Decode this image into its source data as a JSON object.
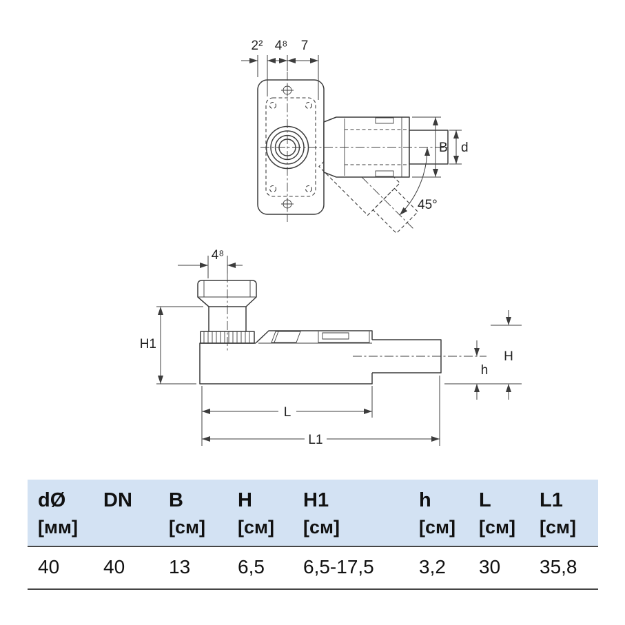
{
  "colors": {
    "header_bg": "#d3e2f3",
    "rule": "#454545",
    "drawing": "#3c3c3c"
  },
  "drawing": {
    "top_view": {
      "dim_2_2": "2²",
      "dim_4_8": "4⁸",
      "dim_7": "7",
      "label_b": "B",
      "label_d": "d",
      "angle": "45°"
    },
    "side_view": {
      "dim_4_8": "4⁸",
      "label_h1": "H1",
      "label_h_cap": "H",
      "label_h_small": "h",
      "label_l": "L",
      "label_l1": "L1"
    }
  },
  "table": {
    "headers": [
      {
        "name": "dØ",
        "unit": "[мм]"
      },
      {
        "name": "DN",
        "unit": ""
      },
      {
        "name": "B",
        "unit": "[см]"
      },
      {
        "name": "H",
        "unit": "[см]"
      },
      {
        "name": "H1",
        "unit": "[см]"
      },
      {
        "name": "h",
        "unit": "[см]"
      },
      {
        "name": "L",
        "unit": "[см]"
      },
      {
        "name": "L1",
        "unit": "[см]"
      }
    ],
    "values": [
      "40",
      "40",
      "13",
      "6,5",
      "6,5-17,5",
      "3,2",
      "30",
      "35,8"
    ]
  }
}
